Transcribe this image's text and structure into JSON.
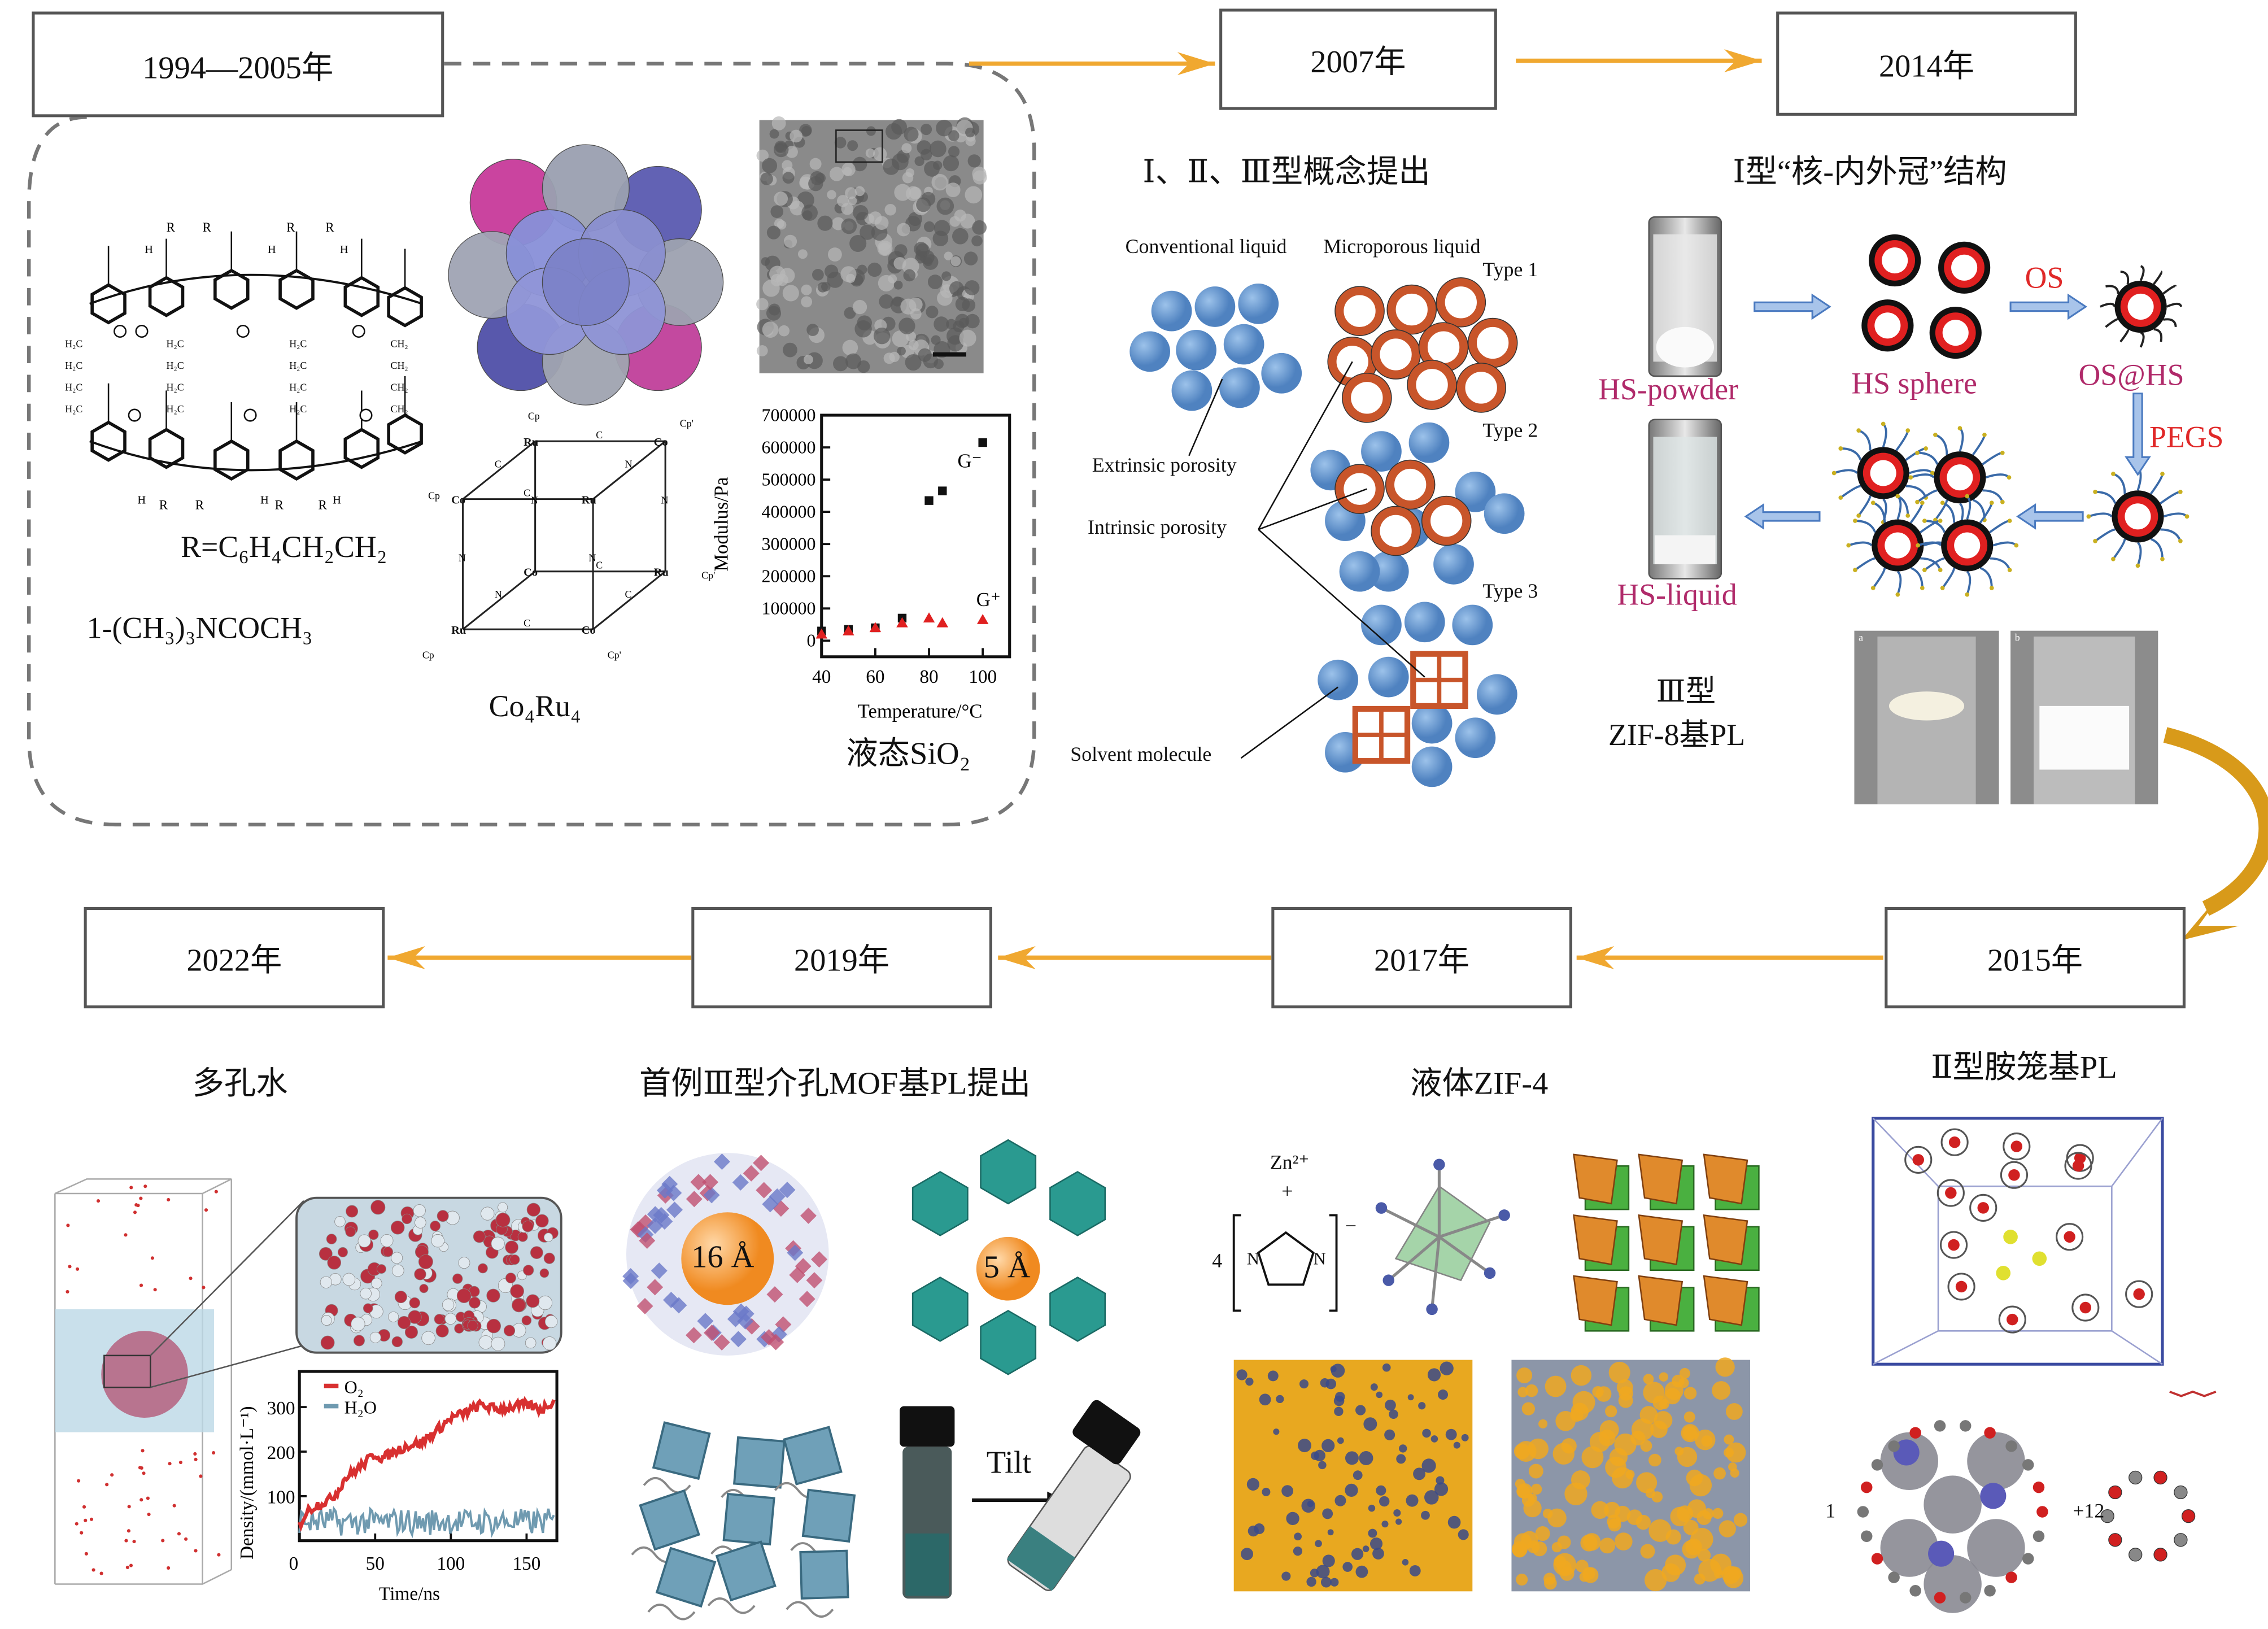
{
  "colors": {
    "arrow": "#f0a830",
    "curved_arrow": "#d89a1a",
    "box_border": "#555555",
    "dashed_border": "#777777",
    "label_magenta": "#b02a6a",
    "label_red": "#e02828",
    "blue_sphere": "#5b8fcc",
    "orange_ring": "#c8552a",
    "blue_arrow": "#4a7ac0"
  },
  "timeline": {
    "y1994": "1994—2005年",
    "y2007": "2007年",
    "y2014": "2014年",
    "y2015": "2015年",
    "y2017": "2017年",
    "y2019": "2019年",
    "y2022": "2022年"
  },
  "p1994": {
    "r_group": "R=C₆H₄CH₂CH₂",
    "compound": "1-(CH₃)₃NCOCH₃",
    "calix_labels": [
      "R",
      "H",
      "O",
      "CH₂",
      "H₂C"
    ],
    "cube_caption": "Co₄Ru₄",
    "cube_atoms": [
      "Co",
      "Ru",
      "Cp",
      "N",
      "C",
      "Cp'"
    ],
    "silica_caption": "液态SiO₂"
  },
  "chart_data": [
    {
      "type": "scatter",
      "title": "",
      "xlabel": "Temperature/°C",
      "ylabel": "Modulus/Pa",
      "xlim": [
        40,
        110
      ],
      "ylim": [
        -50000,
        700000
      ],
      "xticks": [
        40,
        60,
        80,
        100
      ],
      "yticks": [
        0,
        100000,
        200000,
        300000,
        400000,
        500000,
        600000,
        700000
      ],
      "grid": false,
      "series": [
        {
          "name": "G⁻",
          "marker": "square",
          "color": "#111111",
          "x": [
            40,
            50,
            60,
            70,
            80,
            85,
            100
          ],
          "y": [
            30000,
            35000,
            40000,
            70000,
            435000,
            465000,
            615000
          ]
        },
        {
          "name": "G⁺",
          "marker": "triangle",
          "color": "#e02020",
          "x": [
            40,
            50,
            60,
            70,
            80,
            85,
            100
          ],
          "y": [
            20000,
            30000,
            40000,
            55000,
            70000,
            55000,
            65000
          ]
        }
      ]
    },
    {
      "type": "line",
      "title": "",
      "xlabel": "Time/ns",
      "ylabel": "Density/(mmol·L⁻¹)",
      "xlim": [
        0,
        170
      ],
      "ylim": [
        0,
        380
      ],
      "xticks": [
        0,
        50,
        100,
        150
      ],
      "yticks": [
        100,
        200,
        300
      ],
      "grid": false,
      "legend": "top-left",
      "series": [
        {
          "name": "O₂",
          "color": "#d83030",
          "x": [
            0,
            5,
            10,
            20,
            25,
            30,
            40,
            45,
            50,
            55,
            60,
            70,
            80,
            90,
            100,
            110,
            120,
            130,
            140,
            150,
            160,
            168
          ],
          "y": [
            35,
            65,
            78,
            92,
            110,
            140,
            165,
            180,
            195,
            185,
            195,
            212,
            220,
            245,
            275,
            288,
            305,
            295,
            300,
            305,
            295,
            315
          ]
        },
        {
          "name": "H₂O",
          "color": "#6f9ab0",
          "x": [
            0,
            10,
            20,
            30,
            40,
            50,
            60,
            70,
            80,
            90,
            100,
            110,
            120,
            130,
            140,
            150,
            160,
            168
          ],
          "y": [
            45,
            42,
            44,
            40,
            43,
            41,
            42,
            44,
            40,
            43,
            45,
            41,
            43,
            42,
            44,
            41,
            43,
            42
          ]
        }
      ]
    }
  ],
  "p2007": {
    "title": "Ⅰ、Ⅱ、Ⅲ型概念提出",
    "conventional": "Conventional liquid",
    "microporous": "Microporous liquid",
    "type1": "Type 1",
    "type2": "Type 2",
    "type3": "Type 3",
    "extrinsic": "Extrinsic porosity",
    "intrinsic": "Intrinsic porosity",
    "solvent": "Solvent molecule"
  },
  "p2014": {
    "title": "Ⅰ型“核-内外冠”结构",
    "hs_powder": "HS-powder",
    "hs_sphere": "HS sphere",
    "os": "OS",
    "os_hs": "OS@HS",
    "pegs": "PEGS",
    "hs_liquid": "HS-liquid",
    "type3": "Ⅲ型",
    "zif8": "ZIF-8基PL",
    "photo_a": "a",
    "photo_b": "b"
  },
  "p2015": {
    "title": "Ⅱ型胺笼基PL",
    "one": "1",
    "plus12": "+12"
  },
  "p2017": {
    "title": "液体ZIF-4",
    "zn": "Zn²⁺",
    "plus": "+",
    "four": "4",
    "n1": "N",
    "n2": "N",
    "minus": "−"
  },
  "p2019": {
    "title": "首例Ⅲ型介孔MOF基PL提出",
    "pore16": "16 Å",
    "pore5": "5 Å",
    "tilt": "Tilt"
  },
  "p2022": {
    "title": "多孔水"
  }
}
